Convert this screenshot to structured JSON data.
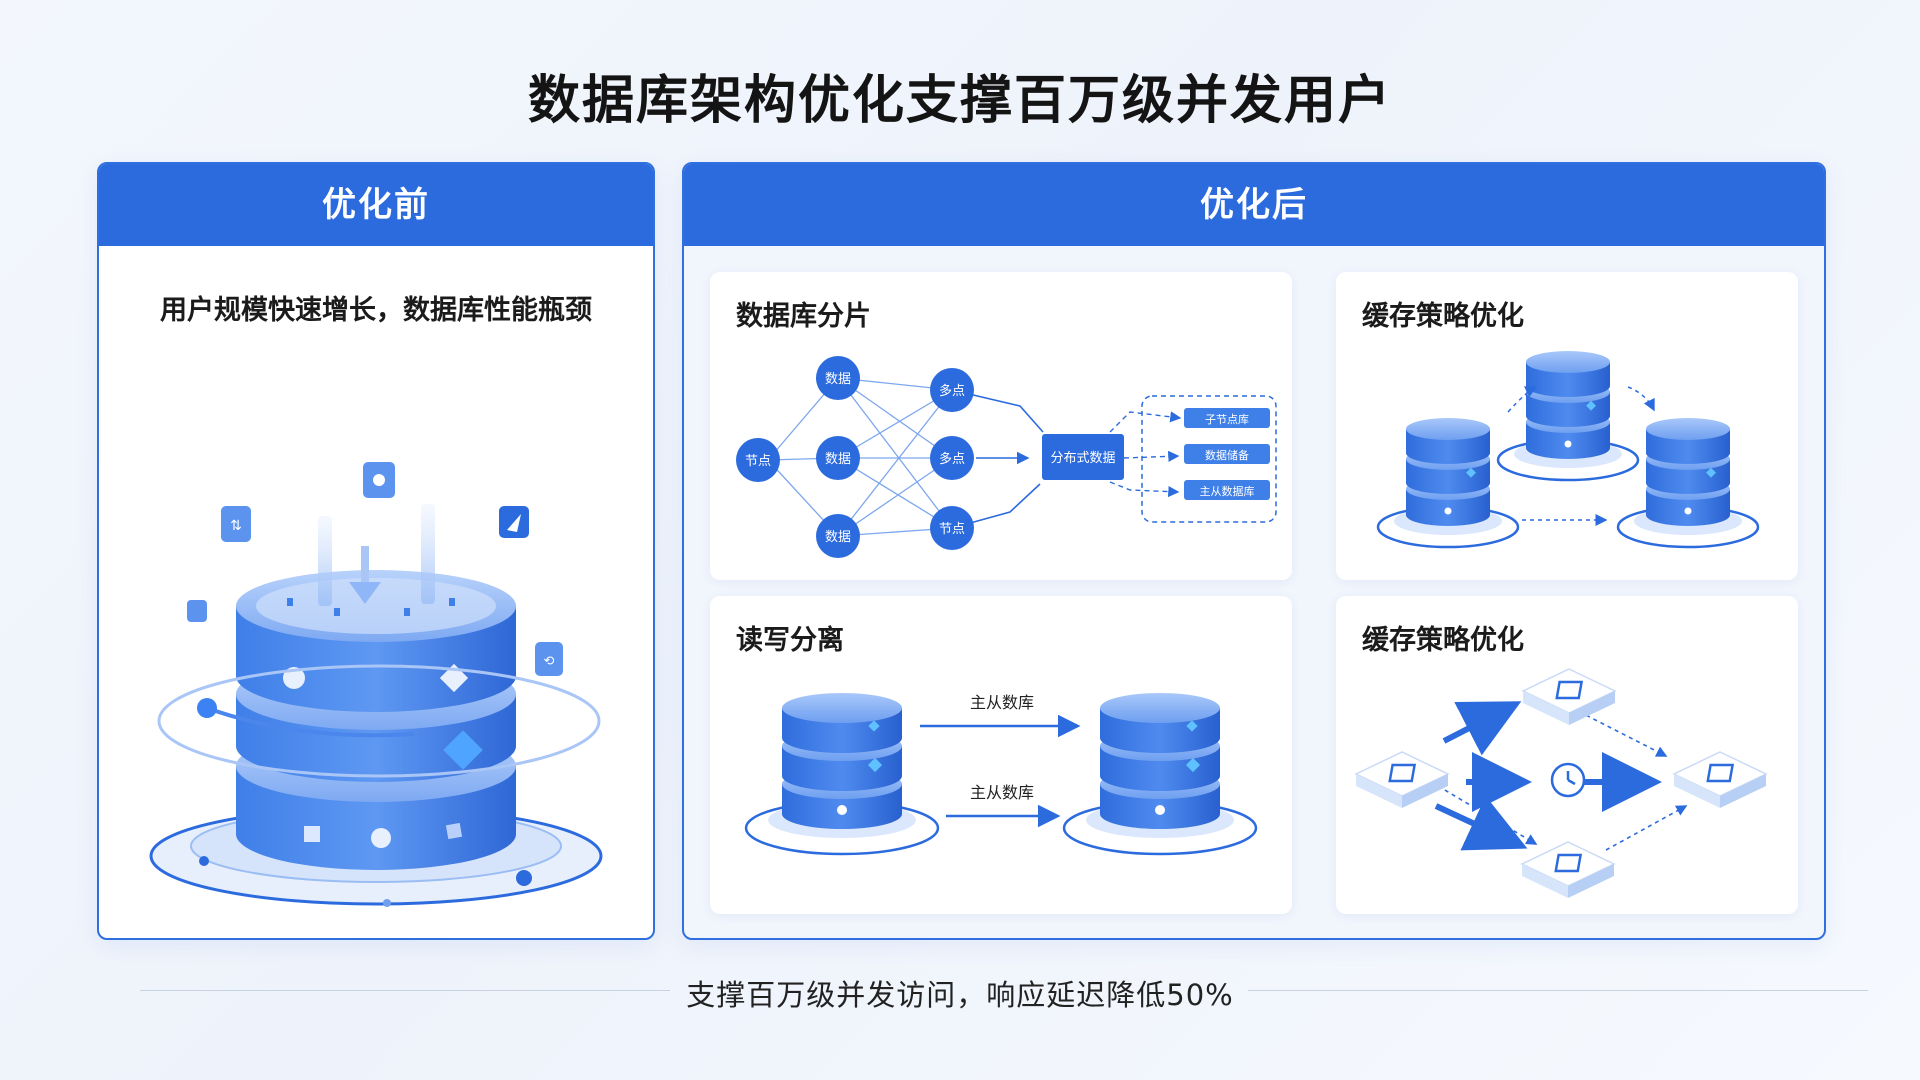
{
  "title": "数据库架构优化支撑百万级并发用户",
  "before": {
    "header": "优化前",
    "subtitle": "用户规模快速增长，数据库性能瓶颈"
  },
  "after": {
    "header": "优化后",
    "cards": {
      "sharding": {
        "title": "数据库分片",
        "col1": [
          "数据",
          "数据",
          "数据"
        ],
        "source": "节点",
        "col2": [
          "多点",
          "多点",
          "节点"
        ],
        "center": "分布式数据",
        "outputs": [
          "子节点库",
          "数据储备",
          "主从数据库"
        ]
      },
      "cache_top": {
        "title": "缓存策略优化"
      },
      "read_write": {
        "title": "读写分离",
        "label_top": "主从数库",
        "label_bottom": "主从数库"
      },
      "cache_bottom": {
        "title": "缓存策略优化"
      }
    }
  },
  "footer": "支撑百万级并发访问，响应延迟降低50%",
  "colors": {
    "primary": "#2c6bde",
    "accent": "#1f5fd6",
    "light": "#8fb6f6"
  }
}
